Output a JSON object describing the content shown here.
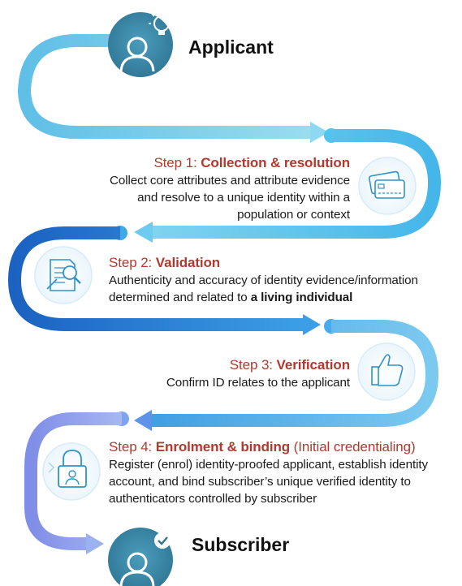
{
  "roles": {
    "applicant": "Applicant",
    "subscriber": "Subscriber"
  },
  "steps": [
    {
      "prefix": "Step 1: ",
      "name": "Collection & resolution",
      "suffix": "",
      "lines": [
        "Collect core attributes and attribute evidence",
        "and resolve to a unique identity within a",
        "population or context"
      ],
      "icon": "credit-cards-icon"
    },
    {
      "prefix": "Step 2: ",
      "name": "Validation",
      "suffix": "",
      "lines": [
        "Authenticity and accuracy of identity evidence/information",
        "determined and related to "
      ],
      "bold_tail": "a living individual",
      "icon": "document-magnifier-icon"
    },
    {
      "prefix": "Step 3: ",
      "name": "Verification",
      "suffix": "",
      "lines": [
        "Confirm ID relates to the applicant"
      ],
      "icon": "thumbs-up-icon"
    },
    {
      "prefix": "Step 4: ",
      "name": "Enrolment & binding",
      "suffix": " (Initial credentialing)",
      "lines": [
        "Register (enrol) identity-proofed applicant, establish identity",
        "account, and bind subscriber’s unique verified identity to",
        "authenticators controlled by subscriber"
      ],
      "icon": "padlock-user-icon"
    }
  ],
  "icons": {
    "applicant": "user-lightbulb-icon",
    "subscriber": "user-check-icon"
  },
  "colors": {
    "step_title": "#b1392d",
    "flow_light": "#7ed0ea",
    "flow_mid": "#3fa6e0",
    "flow_dark": "#1a66c4",
    "flow_purple": "#7b8de8",
    "icon_circle": "#3b87a7"
  }
}
